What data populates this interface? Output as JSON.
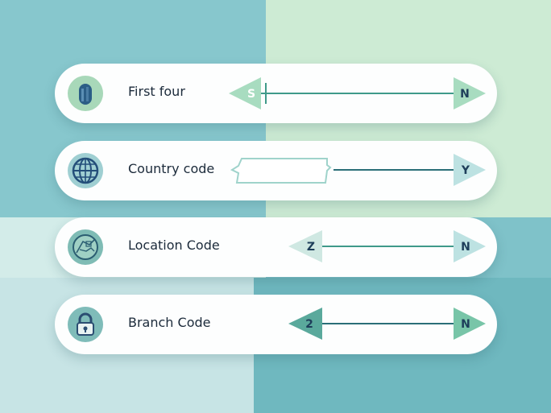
{
  "rows": [
    {
      "label": "First four",
      "left_marker": "S",
      "right_marker": "N"
    },
    {
      "label": "Country code",
      "left_marker": "",
      "right_marker": "Y"
    },
    {
      "label": "Location Code",
      "left_marker": "Z",
      "right_marker": "N"
    },
    {
      "label": "Branch Code",
      "left_marker": "2",
      "right_marker": "N"
    }
  ],
  "icons": [
    "bank-card-icon",
    "globe-icon",
    "map-icon",
    "padlock-icon"
  ],
  "colors": {
    "arrow_fill": "#a8dcc0",
    "arrow_line": "#3f9a8a",
    "dark_line": "#2b6f78",
    "card": "#fdfefe",
    "text": "#1b2a3a"
  }
}
